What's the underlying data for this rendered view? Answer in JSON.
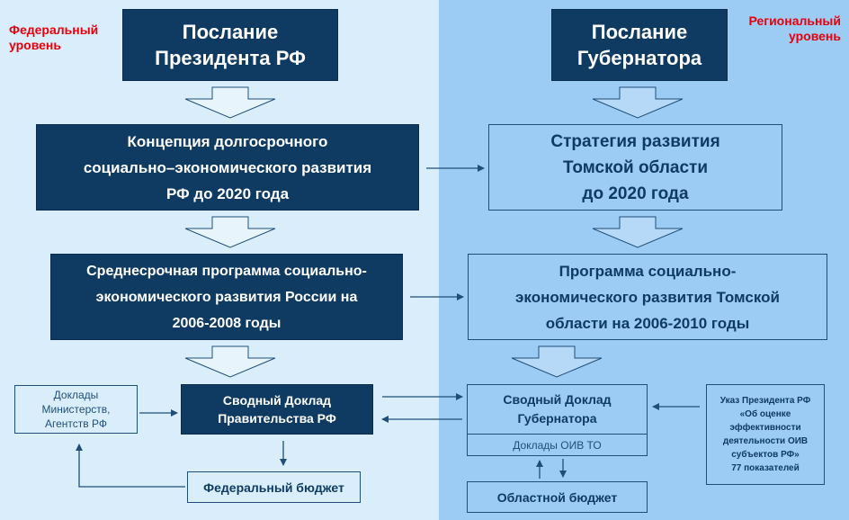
{
  "labels": {
    "federal": "Федеральный\nуровень",
    "regional": "Региональный\nуровень"
  },
  "federal": {
    "message": "Послание\nПрезидента РФ",
    "concept": "Концепция долгосрочного\nсоциально–экономического развития\nРФ до 2020 года",
    "midterm": "Среднесрочная программа социально-\nэкономического развития России на\n2006-2008 годы",
    "summary_report": "Сводный Доклад\nПравительства РФ",
    "ministry_reports": "Доклады\nМинистерств,\nАгентств РФ",
    "budget": "Федеральный бюджет"
  },
  "regional": {
    "message": "Послание\nГубернатора",
    "strategy": "Стратегия развития\nТомской области\nдо 2020 года",
    "program": "Программа социально-\nэкономического развития Томской\nобласти на 2006-2010 годы",
    "summary_report": "Сводный Доклад\nГубернатора",
    "oiv_reports": "Доклады ОИВ ТО",
    "budget": "Областной бюджет",
    "decree": "Указ Президента РФ\n«Об оценке\nэффективности\nдеятельности ОИВ\nсубъектов РФ»\n77 показателей"
  },
  "colors": {
    "left_bg": "#d9eefa",
    "right_bg": "#9ccbf3",
    "dark_box": "#0f3b63",
    "label_red": "#e8000b"
  }
}
